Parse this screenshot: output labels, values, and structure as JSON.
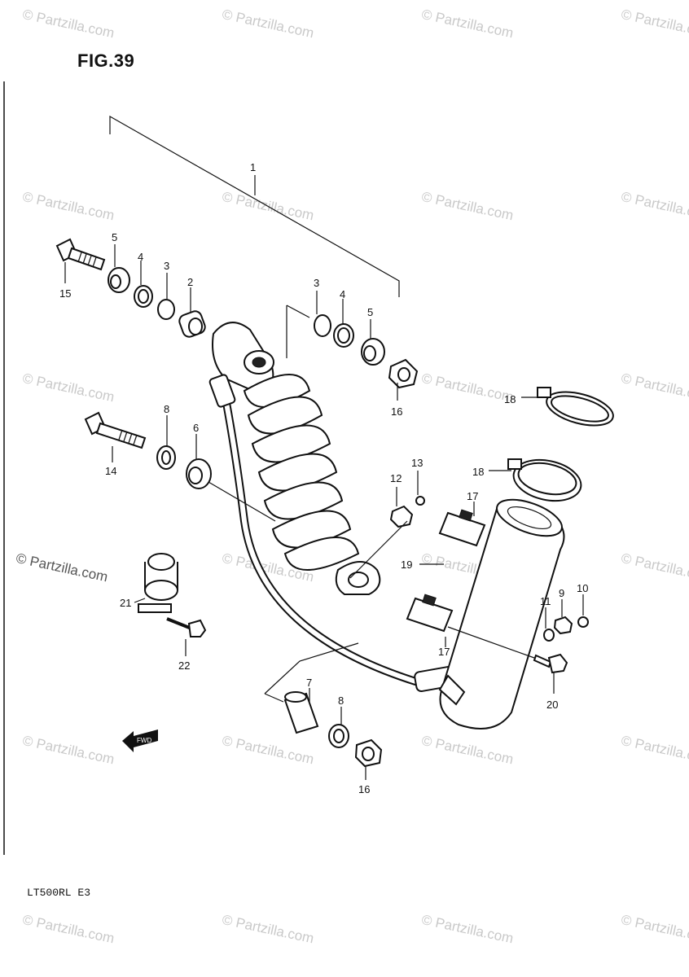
{
  "figure": {
    "title": "FIG.39",
    "model_code": "LT500RL  E3"
  },
  "watermark": {
    "text": "© Partzilla.com"
  },
  "callouts": [
    "1",
    "2",
    "3",
    "4",
    "5",
    "6",
    "7",
    "8",
    "9",
    "10",
    "11",
    "12",
    "13",
    "14",
    "15",
    "16",
    "17",
    "18",
    "19",
    "20",
    "21",
    "22"
  ],
  "front_marker": {
    "text": "FWD"
  }
}
